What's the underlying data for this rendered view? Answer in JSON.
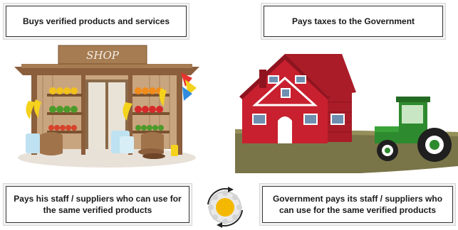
{
  "boxes": {
    "top_left": "Buys verified products and services",
    "top_right": "Pays taxes to the Government",
    "bottom_left": "Pays his staff / suppliers who can use for the same verified products",
    "bottom_right": "Government pays its staff / suppliers who can use for the same verified products"
  },
  "shop": {
    "sign": "SHOP"
  },
  "colors": {
    "barn_red": "#c8202f",
    "tractor_green": "#2e8a2e",
    "shop_wood": "#a67c52",
    "cycle_center": "#f5b800"
  }
}
